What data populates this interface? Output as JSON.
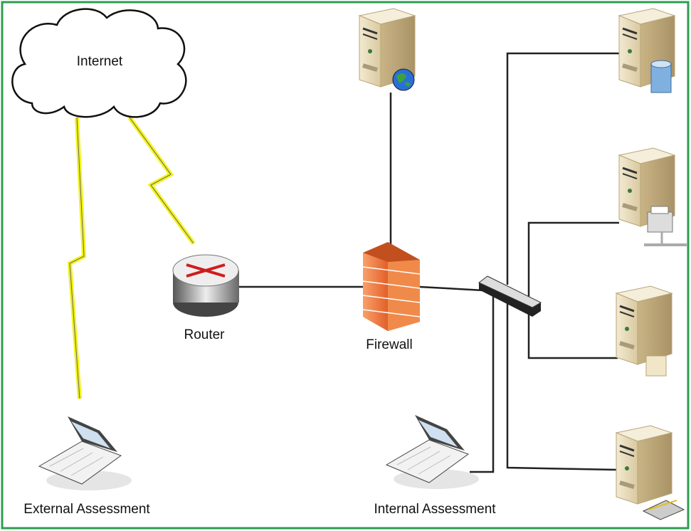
{
  "diagram": {
    "nodes": {
      "internet": {
        "label": "Internet",
        "icon": "cloud-icon"
      },
      "router": {
        "label": "Router",
        "icon": "router-icon"
      },
      "firewall": {
        "label": "Firewall",
        "icon": "firewall-brick-icon"
      },
      "switch": {
        "label": "",
        "icon": "network-switch-icon"
      },
      "web_server": {
        "icon": "web-server-globe-icon"
      },
      "database_server": {
        "icon": "database-server-icon"
      },
      "print_server": {
        "icon": "print-server-icon"
      },
      "file_server": {
        "icon": "file-server-icon"
      },
      "mail_server": {
        "icon": "server-icon"
      },
      "external_laptop": {
        "label": "External Assessment",
        "icon": "laptop-icon"
      },
      "internal_laptop": {
        "label": "Internal Assessment",
        "icon": "laptop-icon"
      }
    },
    "colors": {
      "border": "#2e9e4f",
      "wireless": "#f2f21a",
      "firewall": "#f07a3a",
      "server": "#e3d6b4"
    }
  }
}
